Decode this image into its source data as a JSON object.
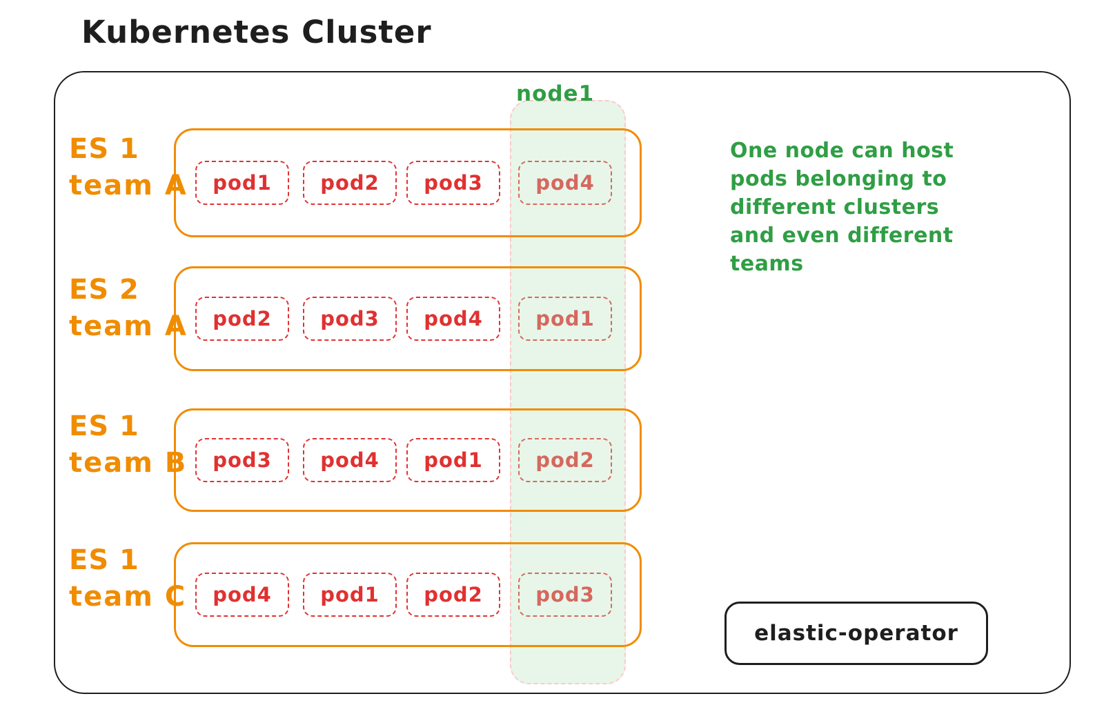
{
  "title": "Kubernetes Cluster",
  "colors": {
    "ink": "#1e1e1e",
    "orange": "#f08c00",
    "red": "#e03131",
    "red_muted": "#d5685f",
    "green": "#2f9e44",
    "node_fill": "#e7f6e9",
    "node_border": "#ffc9c9"
  },
  "node": {
    "label": "node1"
  },
  "clusters": [
    {
      "name_line1": "ES 1",
      "name_line2": "team A",
      "pods": [
        "pod1",
        "pod2",
        "pod3",
        "pod4"
      ]
    },
    {
      "name_line1": "ES 2",
      "name_line2": "team A",
      "pods": [
        "pod2",
        "pod3",
        "pod4",
        "pod1"
      ]
    },
    {
      "name_line1": "ES 1",
      "name_line2": "team B",
      "pods": [
        "pod3",
        "pod4",
        "pod1",
        "pod2"
      ]
    },
    {
      "name_line1": "ES 1",
      "name_line2": "team C",
      "pods": [
        "pod4",
        "pod1",
        "pod2",
        "pod3"
      ]
    }
  ],
  "annotation": {
    "lines": [
      "One node can host",
      "pods belonging to",
      "different clusters",
      "and even different",
      "teams"
    ]
  },
  "operator": {
    "label": "elastic-operator"
  }
}
